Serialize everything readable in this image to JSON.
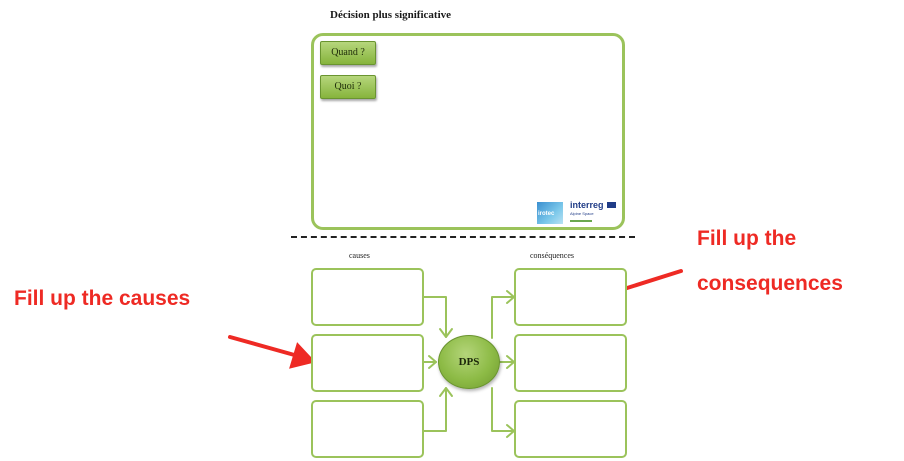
{
  "title": "Décision plus significative",
  "buttons": {
    "quand": "Quand ?",
    "quoi": "Quoi ?"
  },
  "logos": {
    "irotec": "irotec",
    "interreg": "interreg",
    "alpine_space": "Alpine Space"
  },
  "labels": {
    "causes": "causes",
    "consequences": "conséquences"
  },
  "center_node": "DPS",
  "annotations": {
    "causes": "Fill up the causes",
    "consequences_line1": "Fill up the",
    "consequences_line2": "consequences"
  },
  "colors": {
    "panel_border": "#9bc35b",
    "node_fill": "#8dbb46",
    "callout": "#ee2a24"
  }
}
